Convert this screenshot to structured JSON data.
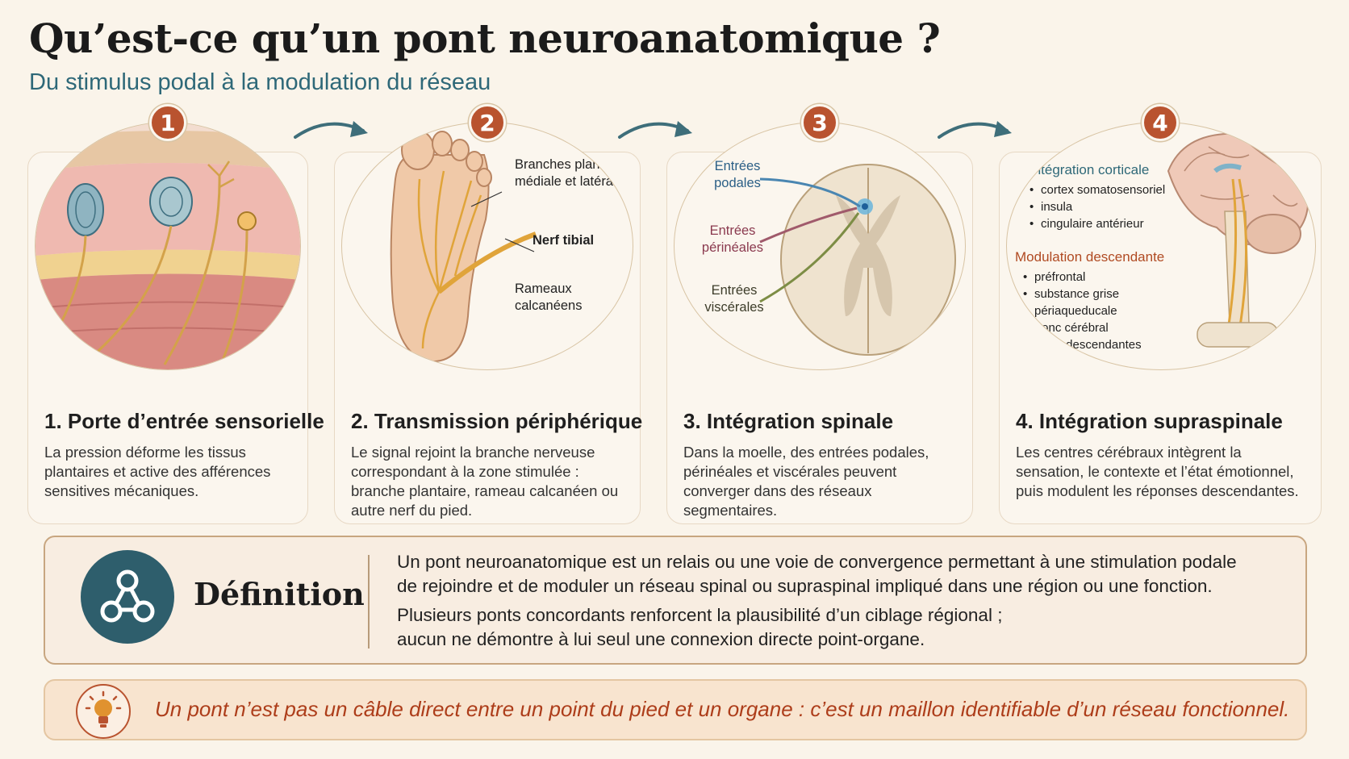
{
  "header": {
    "title": "Qu’est-ce qu’un pont neuroanatomique ?",
    "subtitle": "Du stimulus podal à la modulation du réseau"
  },
  "colors": {
    "accent": "#b9532f",
    "teal": "#2e6878",
    "background": "#faf4ea"
  },
  "steps": [
    {
      "badge": "1",
      "title": "1. Porte d’entrée sensorielle",
      "text": "La pression déforme les tissus plantaires et active des afférences sensitives mécaniques."
    },
    {
      "badge": "2",
      "title": "2. Transmission périphérique",
      "text": "Le signal rejoint la branche nerveuse correspondant à la zone stimulée : branche plantaire, rameau calcanéen ou autre nerf du pied.",
      "labels": {
        "plantar": "Branches plantaires médiale et latérale",
        "tibial": "Nerf tibial",
        "calcaneal": "Rameaux calcanéens"
      }
    },
    {
      "badge": "3",
      "title": "3. Intégration spinale",
      "text": "Dans la moelle, des entrées podales, périnéales et viscérales peuvent converger dans des réseaux segmentaires.",
      "labels": {
        "podal": "Entrées podales",
        "perineal": "Entrées périnéales",
        "visceral": "Entrées viscérales"
      }
    },
    {
      "badge": "4",
      "title": "4. Intégration supraspinale",
      "text": "Les centres cérébraux intègrent la sensation, le contexte et l’état émotionnel, puis modulent les réponses descendantes.",
      "cortical_heading": "Intégration corticale",
      "cortical_items": [
        "cortex somatosensoriel",
        "insula",
        "cingulaire antérieur"
      ],
      "descending_heading": "Modulation descendante",
      "descending_items": [
        "préfrontal",
        "substance grise périaqueducale",
        "tronc cérébral",
        "voies descendantes"
      ]
    }
  ],
  "definition": {
    "label": "Définition",
    "icon": "network-nodes-icon",
    "line1": "Un pont neuroanatomique est un relais ou une voie de convergence permettant à une stimulation podale",
    "line2": "de rejoindre et de moduler un réseau spinal ou supraspinal impliqué dans une région ou une fonction.",
    "line3": "Plusieurs ponts concordants renforcent la plausibilité d’un ciblage régional ;",
    "line4": "aucun ne démontre à lui seul une connexion directe point-organe."
  },
  "note": {
    "icon": "lightbulb-icon",
    "text": "Un pont n’est pas un câble direct entre un point du pied et un organe : c’est un maillon identifiable d’un réseau fonctionnel."
  }
}
